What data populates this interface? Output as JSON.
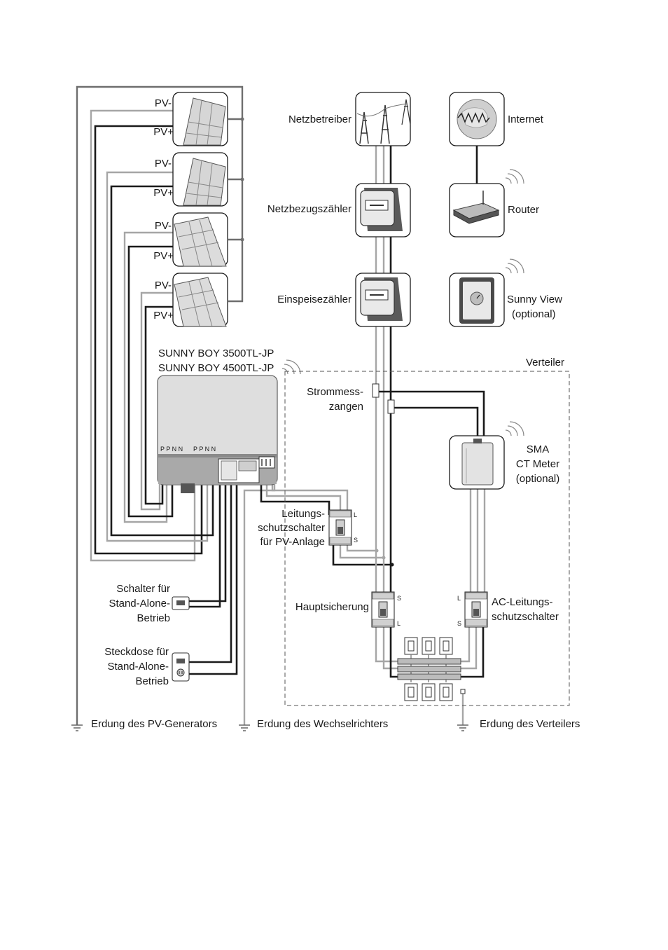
{
  "pv_labels": {
    "minus": "PV-",
    "plus": "PV+"
  },
  "inverter": {
    "model_1": "SUNNY BOY 3500TL-JP",
    "model_2": "SUNNY BOY 4500TL-JP",
    "terminal_labels": "P P N N"
  },
  "devices": {
    "grid_operator": "Netzbetreiber",
    "import_meter": "Netzbezugszähler",
    "feed_in_meter": "Einspeisezähler",
    "internet": "Internet",
    "router": "Router",
    "sunny_view_1": "Sunny View",
    "sunny_view_2": "(optional)",
    "distribution_board": "Verteiler",
    "current_clamps_1": "Strommess-",
    "current_clamps_2": "zangen",
    "ct_meter_1": "SMA",
    "ct_meter_2": "CT Meter",
    "ct_meter_3": "(optional)",
    "pv_breaker_1": "Leitungs-",
    "pv_breaker_2": "schutzschalter",
    "pv_breaker_3": "für PV-Anlage",
    "main_fuse": "Hauptsicherung",
    "ac_breaker_1": "AC-Leitungs-",
    "ac_breaker_2": "schutzschalter",
    "standalone_switch_1": "Schalter für",
    "standalone_switch_2": "Stand-Alone-",
    "standalone_switch_3": "Betrieb",
    "standalone_socket_1": "Steckdose für",
    "standalone_socket_2": "Stand-Alone-",
    "standalone_socket_3": "Betrieb"
  },
  "terminal_marks": {
    "L": "L",
    "S": "S"
  },
  "grounding": {
    "pv_generator": "Erdung des PV-Generators",
    "inverter": "Erdung des Wechselrichters",
    "distribution": "Erdung des Verteilers"
  }
}
